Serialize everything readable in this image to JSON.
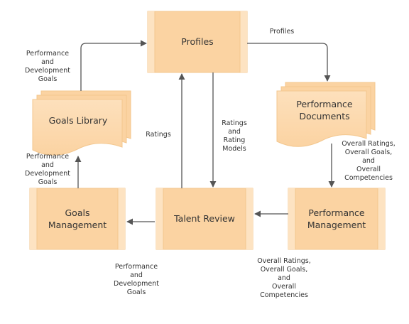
{
  "nodes": {
    "profiles": {
      "label": "Profiles"
    },
    "goals_library": {
      "label": "Goals Library"
    },
    "performance_documents": {
      "lines": [
        "Performance",
        "Documents"
      ]
    },
    "goals_management": {
      "lines": [
        "Goals",
        "Management"
      ]
    },
    "talent_review": {
      "label": "Talent Review"
    },
    "performance_management": {
      "lines": [
        "Performance",
        "Management"
      ]
    }
  },
  "edges": {
    "goals_library_to_profiles": {
      "lines": [
        "Performance",
        "and",
        "Development",
        "Goals"
      ]
    },
    "profiles_to_perf_documents": {
      "lines": [
        "Profiles"
      ]
    },
    "talent_review_to_profiles": {
      "lines": [
        "Ratings"
      ]
    },
    "profiles_to_talent_review": {
      "lines": [
        "Ratings",
        "and",
        "Rating",
        "Models"
      ]
    },
    "perf_documents_to_perf_management": {
      "lines": [
        "Overall Ratings,",
        "Overall Goals,",
        "and",
        "Overall",
        "Competencies"
      ]
    },
    "goals_management_to_goals_library": {
      "lines": [
        "Performance",
        "and",
        "Development",
        "Goals"
      ]
    },
    "talent_review_to_goals_management": {
      "lines": [
        "Performance",
        "and",
        "Development",
        "Goals"
      ]
    },
    "perf_management_to_talent_review": {
      "lines": [
        "Overall Ratings,",
        "Overall Goals,",
        "and",
        "Overall",
        "Competencies"
      ]
    }
  },
  "colors": {
    "box_fill": "#fbd3a2",
    "box_stroke": "#f1c08a",
    "box_sheen": "#fde3c2",
    "arrow": "#555555",
    "text": "#333333"
  }
}
